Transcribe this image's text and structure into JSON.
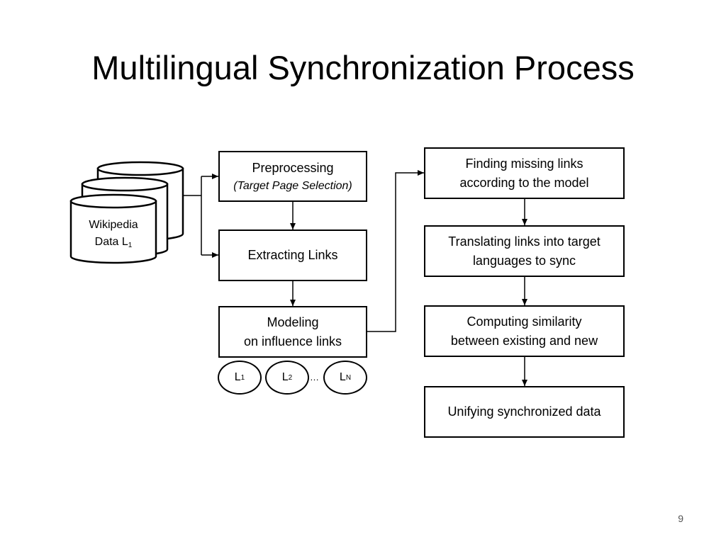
{
  "slide": {
    "title": "Multilingual Synchronization Process",
    "page_number": "9"
  },
  "database": {
    "label_line1": "Wikipedia",
    "label_line2": "Data L",
    "label_sub": "1"
  },
  "left_steps": {
    "preprocessing": {
      "title": "Preprocessing",
      "subtitle": "(Target Page Selection)"
    },
    "extracting": {
      "title": "Extracting Links"
    },
    "modeling": {
      "line1": "Modeling",
      "line2": "on influence links"
    }
  },
  "languages": [
    {
      "letter": "L",
      "sub": "1"
    },
    {
      "letter": "L",
      "sub": "2"
    },
    {
      "letter": "L",
      "sub": "N"
    }
  ],
  "ellipsis": "…",
  "right_steps": [
    {
      "line1": "Finding missing links",
      "line2": "according to the model"
    },
    {
      "line1": "Translating links into target",
      "line2": "languages to sync"
    },
    {
      "line1": "Computing similarity",
      "line2": "between existing and new"
    },
    {
      "line1": "Unifying synchronized data",
      "line2": ""
    }
  ]
}
